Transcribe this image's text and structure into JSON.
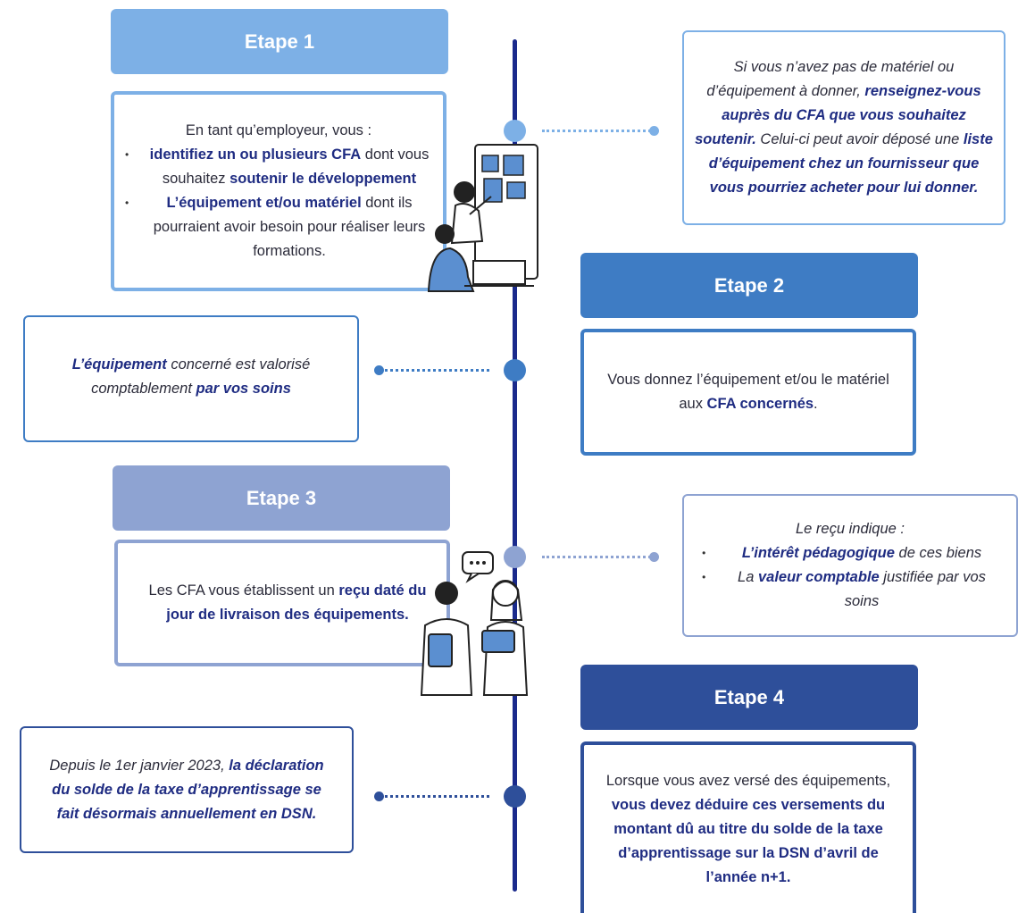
{
  "colors": {
    "timeline": "#1a2a8c",
    "step1": "#7db0e6",
    "step2": "#3e7cc4",
    "step3": "#8ea3d2",
    "step4": "#2e4f9a",
    "text_bold": "#1f2c82"
  },
  "steps": [
    {
      "label": "Etape 1"
    },
    {
      "label": "Etape 2"
    },
    {
      "label": "Etape 3"
    },
    {
      "label": "Etape 4"
    }
  ],
  "step1_box": {
    "intro": "En tant qu’employeur, vous :",
    "b1_bold1": "identifiez un ou plusieurs CFA",
    "b1_text": " dont vous souhaitez ",
    "b1_bold2": "soutenir le développement",
    "b2_bold": "L’équipement et/ou matériel",
    "b2_text": " dont ils pourraient avoir besoin pour réaliser leurs formations."
  },
  "step1_note": {
    "t1": "Si vous n’avez pas de matériel ou d’équipement à donner, ",
    "b1": "renseignez-vous auprès du CFA que vous souhaitez soutenir.",
    "t2": " Celui-ci peut avoir déposé une ",
    "b2": "liste d’équipement chez un fournisseur que vous pourriez acheter pour lui donner."
  },
  "step2_box": {
    "t1": "Vous donnez l’équipement et/ou le matériel aux ",
    "b1": "CFA concernés",
    "t2": "."
  },
  "step2_note": {
    "b1": "L’équipement",
    "t1": " concerné est valorisé comptablement ",
    "b2": "par vos soins"
  },
  "step3_box": {
    "t1": "Les CFA vous établissent un ",
    "b1": "reçu daté du jour de livraison des équipements."
  },
  "step3_note": {
    "intro": "Le reçu indique :",
    "b1_bold": "L’intérêt pédagogique",
    "b1_text": " de ces biens",
    "b2_text1": "La ",
    "b2_bold": "valeur comptable",
    "b2_text2": " justifiée par vos soins"
  },
  "step4_box": {
    "t1": "Lorsque vous avez versé des équipements, ",
    "b1": "vous devez déduire ces versements du montant dû au titre du solde de la taxe d’apprentissage sur la DSN d’avril de l’année n+1."
  },
  "step4_note": {
    "t1": "Depuis le 1er janvier 2023, ",
    "b1": "la déclaration du solde de la taxe d’apprentissage se fait désormais annuellement en DSN."
  },
  "icons": {
    "illustration1": "people-planning-board-icon",
    "illustration2": "people-talking-tablets-icon",
    "speech": "speech-bubble-icon"
  }
}
